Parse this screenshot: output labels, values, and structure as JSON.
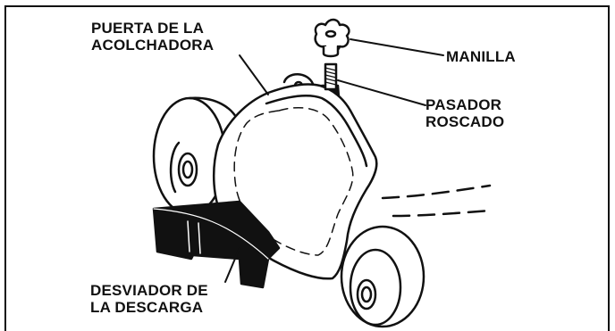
{
  "labels": {
    "door_line1": "PUERTA DE LA",
    "door_line2": "ACOLCHADORA",
    "handle": "MANILLA",
    "pin_line1": "PASADOR",
    "pin_line2": "ROSCADO",
    "deflector_line1": "DESVIADOR DE",
    "deflector_line2": "LA DESCARGA"
  },
  "colors": {
    "ink": "#111111",
    "paper": "#ffffff"
  }
}
